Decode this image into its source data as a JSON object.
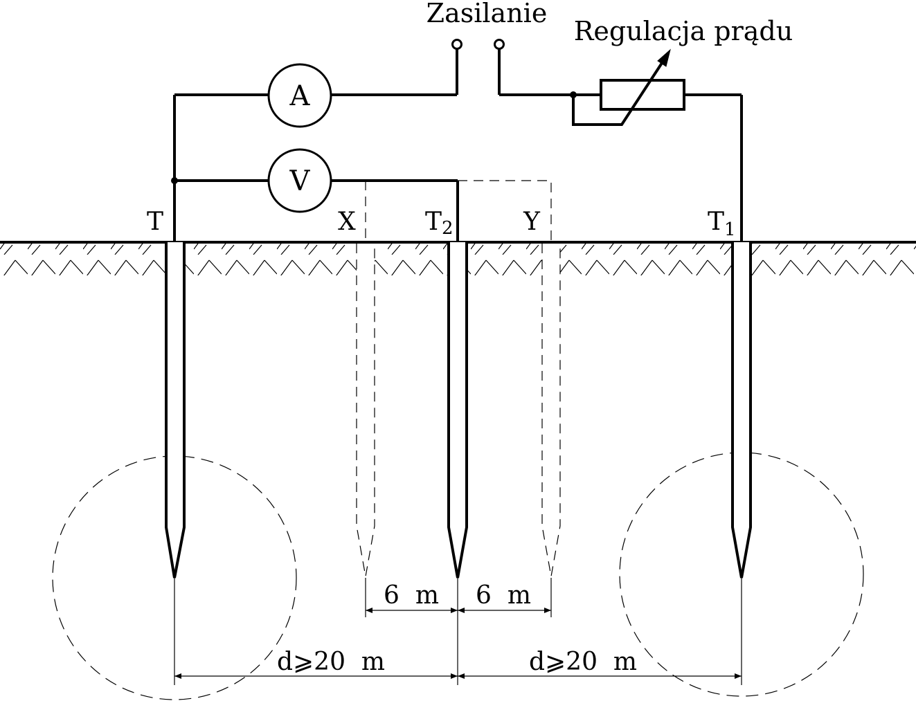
{
  "labels": {
    "power_supply": "Zasilanie",
    "current_regulation": "Regulacja prądu",
    "ammeter": "A",
    "voltmeter": "V",
    "electrode_t": "T",
    "electrode_x": "X",
    "electrode_t2": "T",
    "electrode_t2_sub": "2",
    "electrode_y": "Y",
    "electrode_t1": "T",
    "electrode_t1_sub": "1",
    "dim_x_t2": "6  m",
    "dim_t2_y": "6  m",
    "dim_t_t2": "d⩾20  m",
    "dim_t2_t1": "d⩾20  m"
  }
}
